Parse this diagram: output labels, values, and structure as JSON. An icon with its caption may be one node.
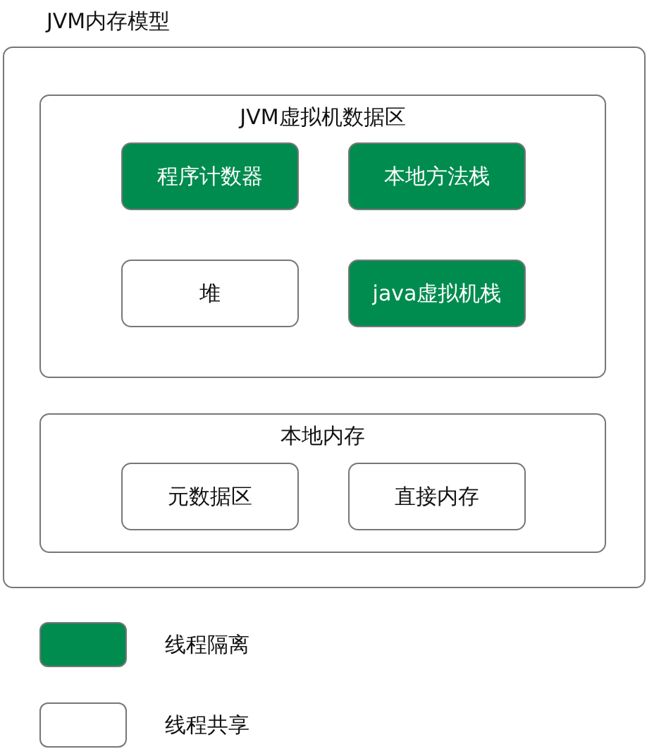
{
  "diagram": {
    "nodes": [
      {
        "text": [
          "JVM内存模型"
        ]
      },
      {
        "text": [
          "JVM虚拟机数据区"
        ],
        "in": 0
      },
      {
        "text": [
          "程序计数器"
        ],
        "in": 1
      },
      {
        "text": [
          "本地方法栈"
        ],
        "in": 1
      },
      {
        "text": [
          "堆"
        ],
        "in": 1
      },
      {
        "text": [
          "java虚拟机栈"
        ],
        "in": 1
      },
      {
        "text": [
          "本地内存"
        ],
        "in": 0
      },
      {
        "text": [
          "元数据区"
        ],
        "in": 6
      },
      {
        "text": [
          "直接内存"
        ],
        "in": 6
      }
    ],
    "legend": [
      {
        "text": "线程隔离",
        "color": "#008c4f"
      },
      {
        "text": "线程共享",
        "color": "#ffffff"
      }
    ]
  }
}
